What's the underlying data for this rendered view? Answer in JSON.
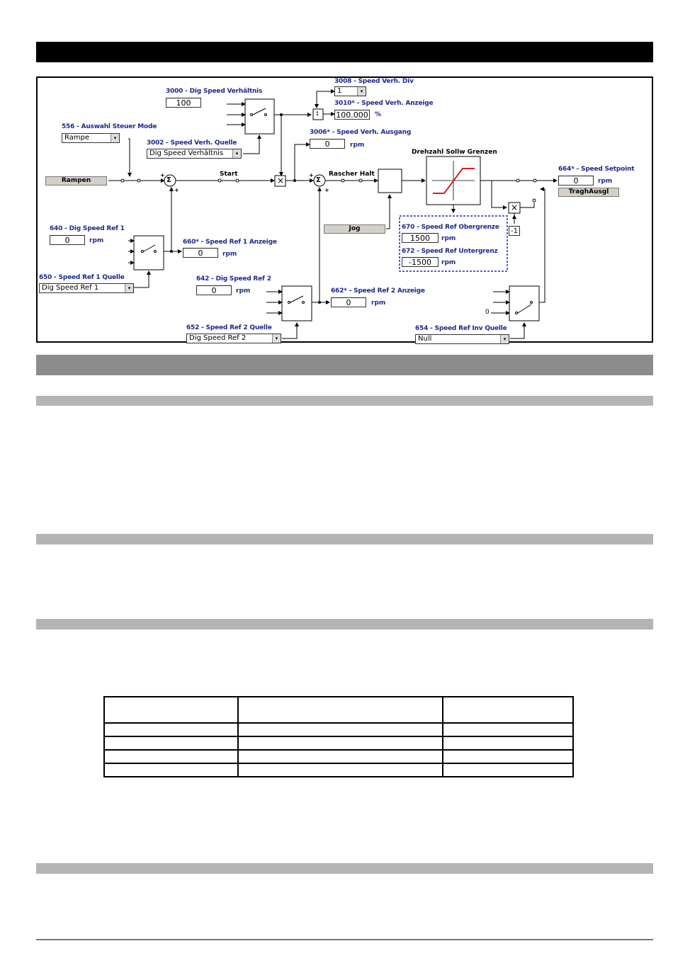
{
  "diagram": {
    "p3000": {
      "label": "3000 - Dig Speed Verhältnis",
      "value": "100"
    },
    "p3008": {
      "label": "3008 - Speed Verh. Div",
      "value": "1"
    },
    "p3010": {
      "label": "3010* - Speed Verh. Anzeige",
      "value": "100.000",
      "unit": "%"
    },
    "p3006": {
      "label": "3006* - Speed Verh. Ausgang",
      "value": "0",
      "unit": "rpm"
    },
    "p556": {
      "label": "556 - Auswahl Steuer Mode",
      "value": "Rampe"
    },
    "p3002": {
      "label": "3002 - Speed Verh. Quelle",
      "value": "Dig Speed Verhältnis"
    },
    "rampen_button": "Rampen",
    "start_label": "Start",
    "rascher_halt_label": "Rascher Halt",
    "drehzahl_label": "Drehzahl Sollw Grenzen",
    "p664": {
      "label": "664* - Speed Setpoint",
      "value": "0",
      "unit": "rpm"
    },
    "tragh_button": "TraghAusgl",
    "jog_button": "Jog",
    "p640": {
      "label": "640 - Dig Speed Ref 1",
      "value": "0",
      "unit": "rpm"
    },
    "p660": {
      "label": "660* - Speed Ref 1 Anzeige",
      "value": "0",
      "unit": "rpm"
    },
    "p650": {
      "label": "650 - Speed Ref 1 Quelle",
      "value": "Dig Speed Ref 1"
    },
    "p670": {
      "label": "670 - Speed Ref Obergrenze",
      "value": "1500",
      "unit": "rpm"
    },
    "p672": {
      "label": "672 - Speed Ref Untergrenz",
      "value": "-1500",
      "unit": "rpm"
    },
    "minus_one": "-1",
    "p642": {
      "label": "642 - Dig Speed Ref 2",
      "value": "0",
      "unit": "rpm"
    },
    "p662": {
      "label": "662* - Speed Ref 2 Anzeige",
      "value": "0",
      "unit": "rpm"
    },
    "p652": {
      "label": "652 - Speed Ref 2 Quelle",
      "value": "Dig Speed Ref 2"
    },
    "p654": {
      "label": "654 - Speed Ref Inv Quelle",
      "value": "Null"
    },
    "zero_input": "0",
    "plus": "+",
    "sigma": "Σ",
    "divide": ":",
    "multiply": "×",
    "dropdown_glyph": "▾"
  },
  "colors": {
    "param_label": "#1a2a8c",
    "limit_curve": "#d42020",
    "limit_box_border": "#1a2ad4",
    "section_bar_dark": "#8c8c8c",
    "section_bar_light": "#b4b4b4"
  }
}
